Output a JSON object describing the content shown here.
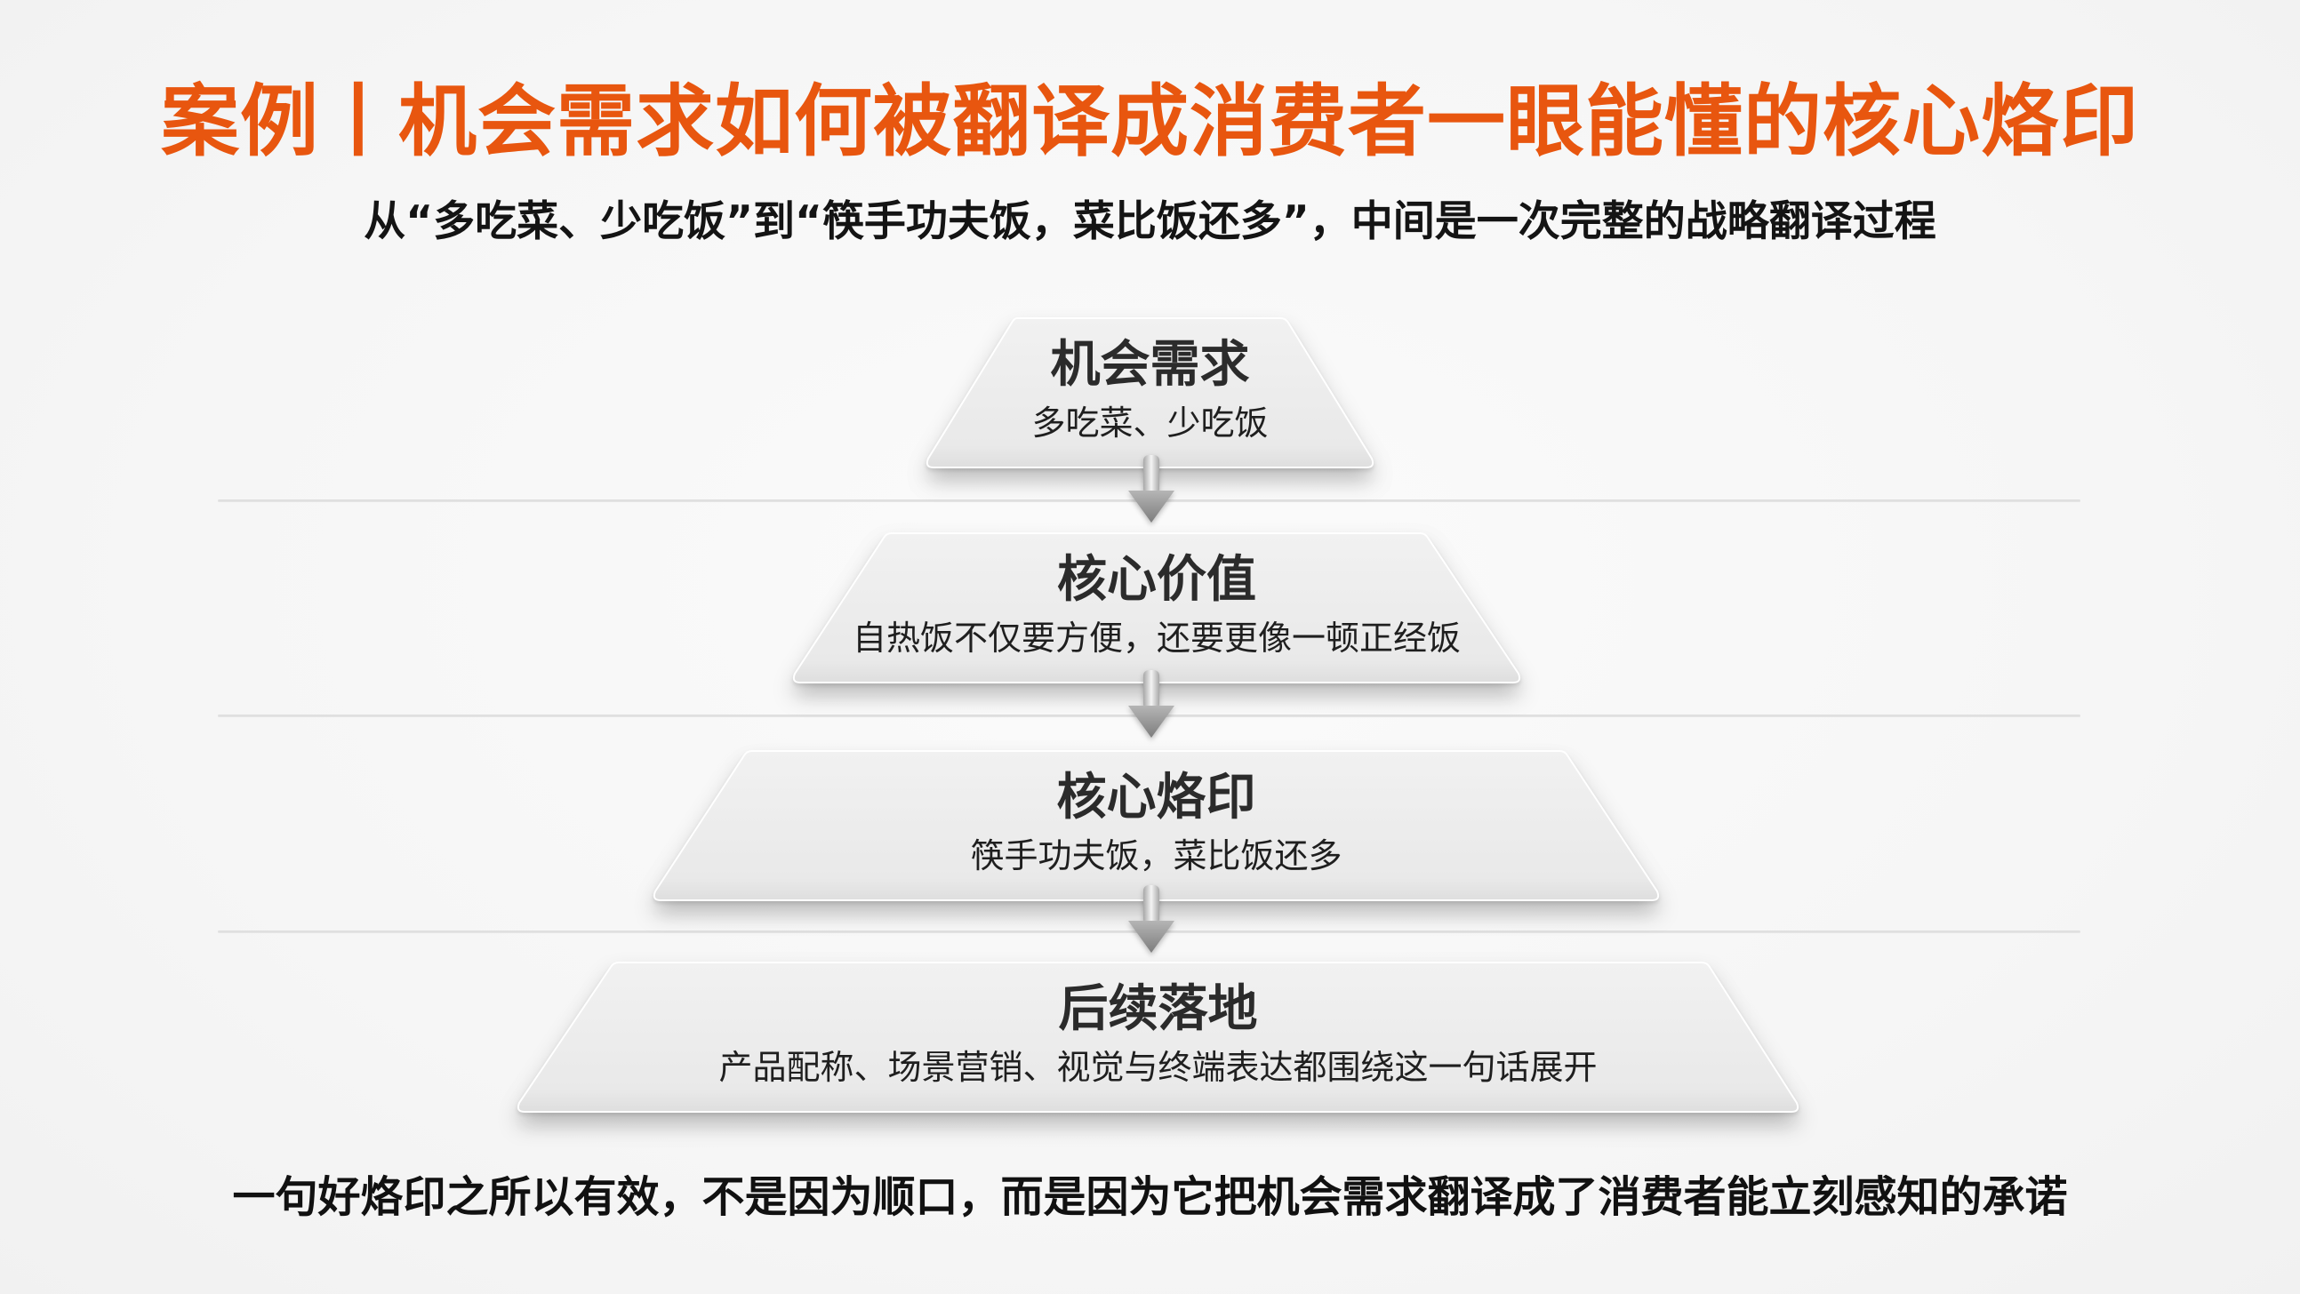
{
  "title": "案例丨机会需求如何被翻译成消费者一眼能懂的核心烙印",
  "subtitle": "从“多吃菜、少吃饭”到“筷手功夫饭，菜比饭还多”，中间是一次完整的战略翻译过程",
  "colors": {
    "title": "#e8560f",
    "text_dark": "#141414",
    "layer_fill": "#ececec",
    "background": "#f7f7f7",
    "arrow": "#9a9a9a"
  },
  "layers": [
    {
      "heading": "机会需求",
      "desc": "多吃菜、少吃饭"
    },
    {
      "heading": "核心价值",
      "desc": "自热饭不仅要方便，还要更像一顿正经饭"
    },
    {
      "heading": "核心烙印",
      "desc": "筷手功夫饭，菜比饭还多"
    },
    {
      "heading": "后续落地",
      "desc": "产品配称、场景营销、视觉与终端表达都围绕这一句话展开"
    }
  ],
  "arrows": [
    "arrow-down",
    "arrow-down",
    "arrow-down"
  ],
  "caption": "一句好烙印之所以有效，不是因为顺口，而是因为它把机会需求翻译成了消费者能立刻感知的承诺"
}
